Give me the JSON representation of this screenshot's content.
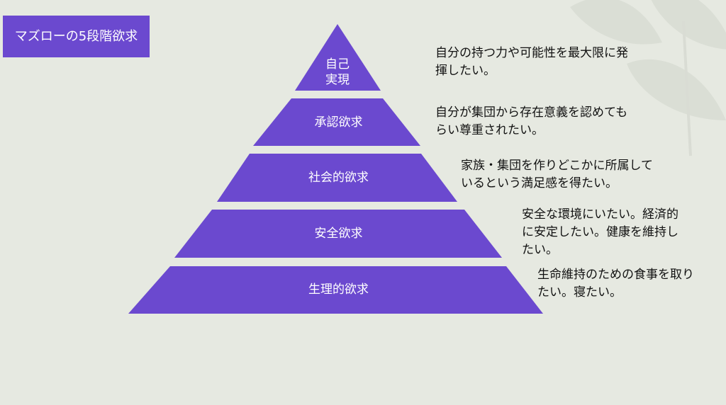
{
  "title": "マズローの5段階欲求",
  "colors": {
    "background": "#e6e9e1",
    "pyramid": "#6b49cf",
    "title_box": "#6b49cf",
    "label_text": "#ffffff",
    "description_text": "#111111"
  },
  "levels": [
    {
      "label": "自己\n実現",
      "description": "自分の持つ力や可能性を最大限に発\n揮したい。"
    },
    {
      "label": "承認欲求",
      "description": "自分が集団から存在意義を認めても\nらい尊重されたい。"
    },
    {
      "label": "社会的欲求",
      "description": "家族・集団を作りどこかに所属して\nいるという満足感を得たい。"
    },
    {
      "label": "安全欲求",
      "description": "安全な環境にいたい。経済的\nに安定したい。健康を維持し\nたい。"
    },
    {
      "label": "生理的欲求",
      "description": "生命維持のための食事を取り\nたい。寝たい。"
    }
  ]
}
